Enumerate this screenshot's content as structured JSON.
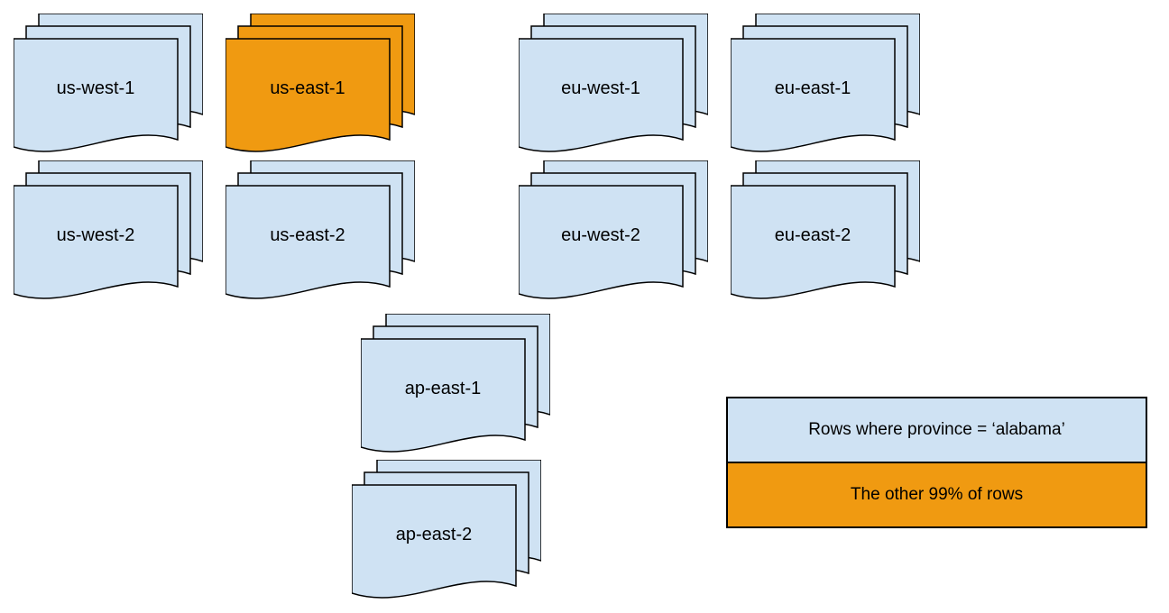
{
  "colors": {
    "region_default": "#cfe2f3",
    "region_highlight": "#f09a11",
    "stroke": "#000000",
    "background": "#ffffff"
  },
  "stacks": [
    {
      "label": "us-west-1",
      "variant": "default"
    },
    {
      "label": "us-east-1",
      "variant": "highlight"
    },
    {
      "label": "eu-west-1",
      "variant": "default"
    },
    {
      "label": "eu-east-1",
      "variant": "default"
    },
    {
      "label": "us-west-2",
      "variant": "default"
    },
    {
      "label": "us-east-2",
      "variant": "default"
    },
    {
      "label": "eu-west-2",
      "variant": "default"
    },
    {
      "label": "eu-east-2",
      "variant": "default"
    },
    {
      "label": "ap-east-1",
      "variant": "default"
    },
    {
      "label": "ap-east-2",
      "variant": "default"
    }
  ],
  "legend": [
    {
      "label": "Rows where province = ‘alabama’",
      "variant": "default"
    },
    {
      "label": "The other 99% of rows",
      "variant": "highlight"
    }
  ]
}
